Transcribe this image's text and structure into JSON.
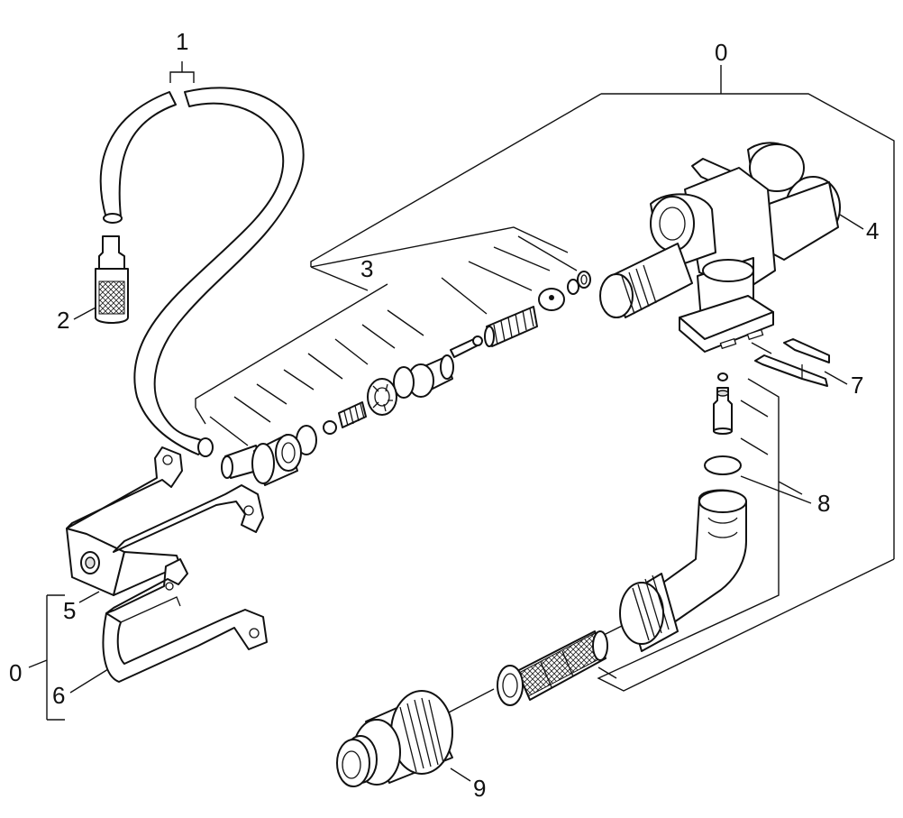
{
  "callouts": {
    "c0_top": "0",
    "c0_left": "0",
    "c1": "1",
    "c2": "2",
    "c3": "3",
    "c4": "4",
    "c5": "5",
    "c6": "6",
    "c7": "7",
    "c8": "8",
    "c9": "9"
  }
}
